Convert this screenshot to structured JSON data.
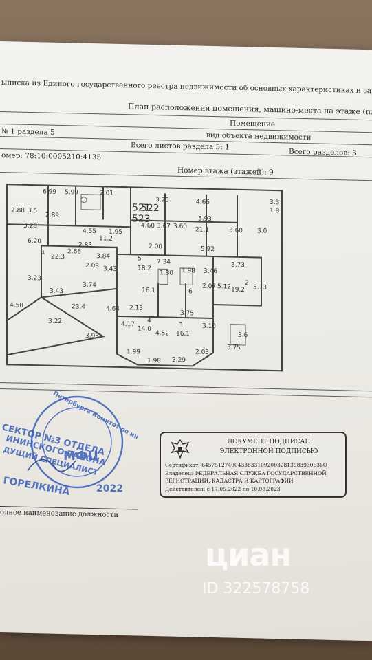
{
  "document": {
    "header_line": "ыписка из Единого государственного реестра недвижимости об основных характеристиках и зарегистрирова",
    "plan_title": "План расположения помещения, машино-места на этаже (плане этажа)",
    "object_label": "Помещение",
    "object_sublabel": "вид объекта недвижимости",
    "sheet_no": "№ 1 раздела 5",
    "total_sheets": "Всего листов раздела 5: 1",
    "total_sections": "Всего разделов: 3",
    "cadastral": "омер: 78:10:0005210:4135",
    "floor": "Номер этажа (этажей): 9",
    "position_label": "олное наименование должности"
  },
  "floor_plan": {
    "dimensions": [
      "6.99",
      "5.99",
      "2.01",
      "3.25",
      "4.66",
      "3.3",
      "1.8",
      "2.88",
      "3.5",
      "2.89",
      "3.28",
      "4.55",
      "11.2",
      "1.95",
      "4.60",
      "3.67",
      "3.60",
      "5.93",
      "21.1",
      "3.60",
      "3.0",
      "6.20",
      "22.3",
      "2.66",
      "2.83",
      "3.84",
      "2.09",
      "2.00",
      "5.92",
      "7.34",
      "3.73",
      "3.43",
      "18.2",
      "1.80",
      "1.98",
      "3.46",
      "2.07",
      "5.12",
      "19.2",
      "5.13",
      "3.74",
      "16.1",
      "6",
      "3.43",
      "23.4",
      "4.64",
      "2.13",
      "3.75",
      "3.10",
      "4.17",
      "14.0",
      "4.52",
      "16.1",
      "3.75",
      "3.6",
      "3.93",
      "1.99",
      "1.98",
      "2.29",
      "2.03",
      "4.50",
      "3.22",
      "3.23"
    ],
    "room_labels": [
      "521",
      "522",
      "523",
      "1",
      "2",
      "3",
      "4",
      "5"
    ]
  },
  "stamp": {
    "ring_text": "Петербурга Комитет по информ",
    "line1": "СЕКТОР №3 ОТДЕЛА",
    "line2": "ИНИНСКОГО РАЙОНА",
    "line3": "ДУЩИЙ СПЕЦИАЛИСТ",
    "line4": "ГОРЕЛКИНА",
    "center": "МФЦ",
    "date": "2022"
  },
  "e_signature": {
    "title1": "ДОКУМЕНТ ПОДПИСАН",
    "title2": "ЭЛЕКТРОННОЙ ПОДПИСЬЮ",
    "certificate": "Сертификат: 6457512740043383310920032813983930636О",
    "owner1": "Владелец: ФЕДЕРАЛЬНАЯ СЛУЖБА ГОСУДАРСТВЕННОЙ",
    "owner2": "РЕГИСТРАЦИИ, КАДАСТРА И КАРТОГРАФИИ",
    "valid": "Действителен: с 17.05.2022 по 10.08.2023"
  },
  "watermark": {
    "logo_text": "циан",
    "listing_id": "ID 322578758"
  }
}
